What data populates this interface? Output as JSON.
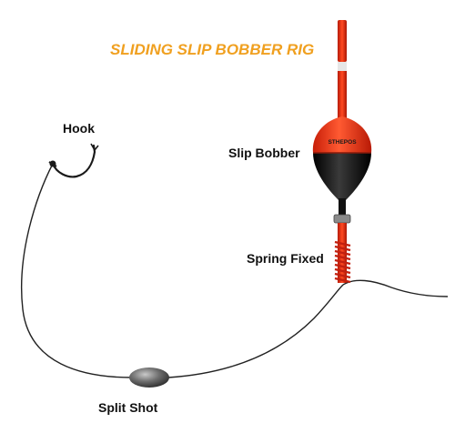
{
  "title": "SLIDING SLIP BOBBER RIG",
  "labels": {
    "hook": "Hook",
    "slip_bobber": "Slip Bobber",
    "spring_fixed": "Spring Fixed",
    "split_shot": "Split Shot"
  },
  "bobber_brand": "STHEPOS",
  "colors": {
    "title": "#f0a020",
    "bobber_red": "#ff3b1a",
    "bobber_black": "#111111",
    "line": "#222222",
    "weight": "#6b6b6b"
  }
}
